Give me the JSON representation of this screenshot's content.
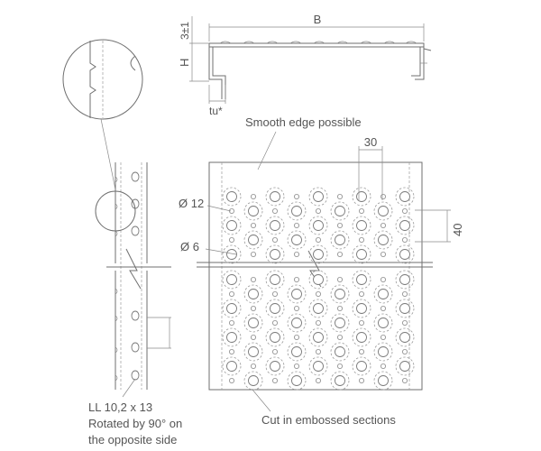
{
  "labels": {
    "dim_b": "B",
    "dim_h": "H",
    "dim_3": "3±1",
    "dim_tu": "tu*",
    "smooth_edge": "Smooth edge possible",
    "dim_30": "30",
    "dim_40": "40",
    "dia_12": "Ø 12",
    "dia_6": "Ø 6",
    "ll_line1": "LL 10,2 x 13",
    "ll_line2": "Rotated by 90° on",
    "ll_line3": "the opposite side",
    "cut_note": "Cut in embossed sections"
  },
  "colors": {
    "line": "#6f6f6f",
    "text": "#555555"
  }
}
